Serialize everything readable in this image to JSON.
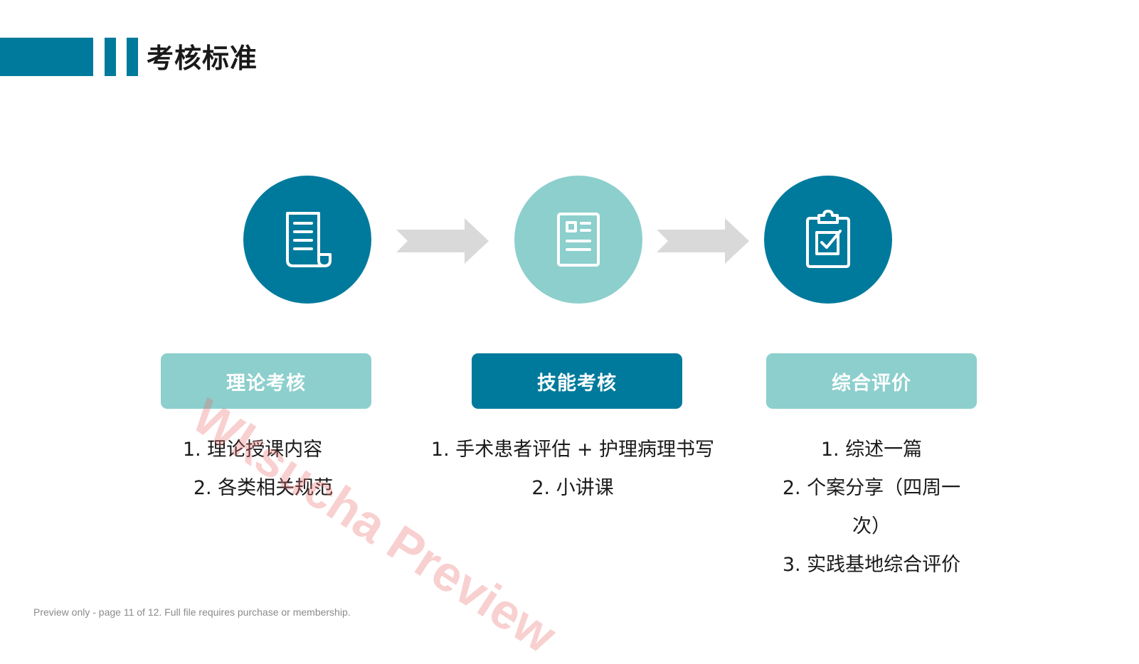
{
  "title": "考核标准",
  "colors": {
    "dark": "#007a9c",
    "light": "#8ccfcd",
    "arrow": "#d9d9d9"
  },
  "steps": [
    {
      "icon": "document-scroll-icon",
      "label": "理论考核",
      "items": [
        "1. 理论授课内容",
        "2. 各类相关规范"
      ]
    },
    {
      "icon": "report-page-icon",
      "label": "技能考核",
      "items": [
        "1. 手术患者评估 + 护理病理书写",
        "2. 小讲课"
      ]
    },
    {
      "icon": "clipboard-check-icon",
      "label": "综合评价",
      "items": [
        "1. 综述一篇",
        "2. 个案分享（四周一",
        "次）",
        "3. 实践基地综合评价"
      ]
    }
  ],
  "watermark": "Wksucha Preview",
  "footer": "Preview only - page 11 of 12. Full file requires purchase or membership."
}
